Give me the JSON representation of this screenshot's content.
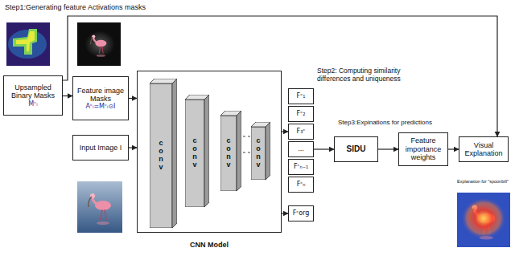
{
  "diagram": {
    "nodes": [
      {
        "text": [
          "Upsampled Binary Masks",
          "Mᶜᵢ"
        ]
      },
      {
        "text": [
          "Feature image Masks",
          "Aᶜᵢ=Mᶜᵢ⊙I"
        ]
      },
      {
        "text": [
          "Input Image I"
        ]
      },
      {
        "text": [
          "CNN Model"
        ]
      },
      {
        "text": [
          "conv"
        ],
        "in": 3
      },
      {
        "text": [
          "conv"
        ],
        "in": 3
      },
      {
        "text": [
          "conv"
        ],
        "in": 3
      },
      {
        "text": [
          "conv"
        ],
        "in": 3
      },
      {
        "text": [
          "Fᶜ₁"
        ]
      },
      {
        "text": [
          "Fᶜ₂"
        ]
      },
      {
        "text": [
          "F₃ᶜ"
        ]
      },
      {
        "text": [
          "..."
        ]
      },
      {
        "text": [
          "Fᶜₙ₋₁"
        ]
      },
      {
        "text": [
          "Fᶜₙ"
        ]
      },
      {
        "text": [
          "Fᶜorg"
        ]
      },
      {
        "text": [
          "SIDU"
        ]
      },
      {
        "text": [
          "Feature importance weights"
        ]
      },
      {
        "text": [
          "Visual Explanation"
        ]
      }
    ],
    "edges": [
      {
        "from": 0,
        "to": 1,
        "arrow": "to"
      },
      {
        "from": 1,
        "to": 3,
        "arrow": "to"
      },
      {
        "from": 2,
        "to": 3,
        "arrow": "to"
      },
      {
        "from": 3,
        "to": 10,
        "arrow": "to"
      },
      {
        "from": 3,
        "to": 14,
        "arrow": "to"
      },
      {
        "from": 11,
        "to": 15,
        "arrow": "to"
      },
      {
        "from": 15,
        "to": 16,
        "arrow": "to"
      },
      {
        "from": 16,
        "to": 17,
        "arrow": "to"
      },
      {
        "from": 0,
        "to": 17,
        "arrow": "to"
      }
    ],
    "labels": [
      "Step1:Generating feature Activations masks",
      "Step2: Computing similarity differences and uniqueness",
      "Step3:Expinations for predictions",
      "Explanation for \"spoonbill\""
    ]
  }
}
